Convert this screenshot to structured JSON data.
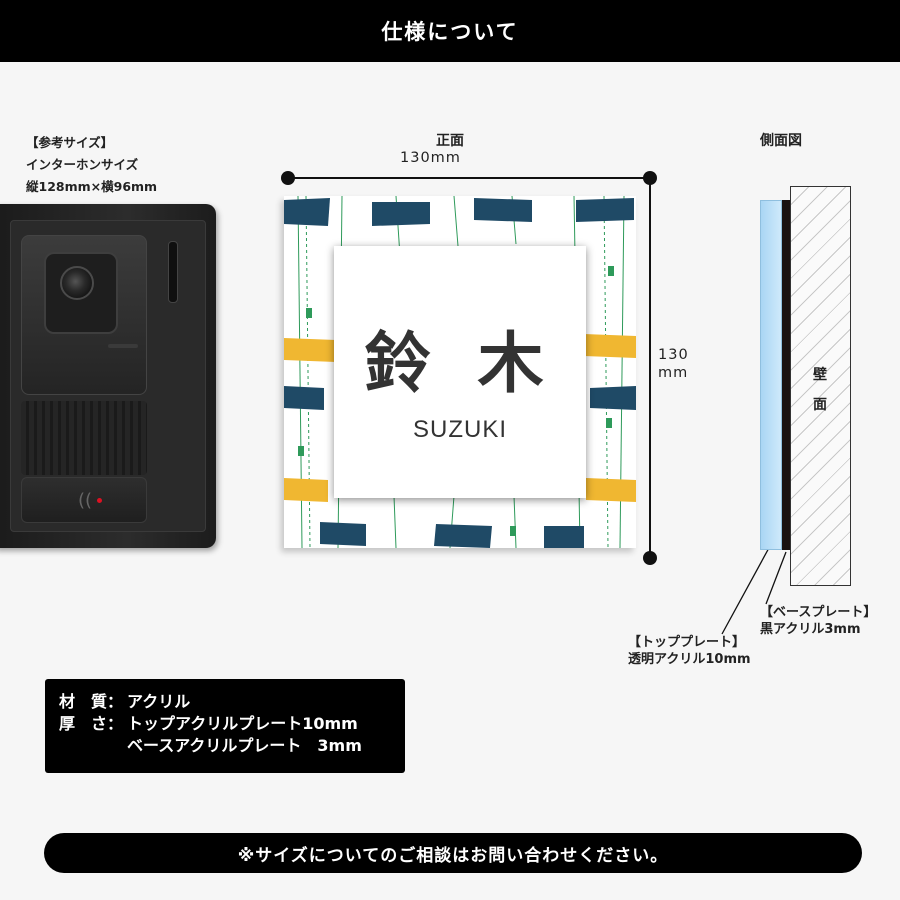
{
  "header": {
    "title": "仕様について"
  },
  "reference": {
    "heading": "【参考サイズ】",
    "item": "インターホンサイズ",
    "dimensions": "縦128mm×横96mm"
  },
  "front": {
    "title": "正面",
    "width_label": "130mm",
    "height_value": "130",
    "height_unit": "mm"
  },
  "nameplate": {
    "kanji": "鈴 木",
    "romaji": "SUZUKI"
  },
  "side": {
    "title": "側面図",
    "wall_label_1": "壁",
    "wall_label_2": "面",
    "base_plate_heading": "【ベースプレート】",
    "base_plate_spec": "黒アクリル3mm",
    "top_plate_heading": "【トッププレート】",
    "top_plate_spec": "透明アクリル10mm"
  },
  "spec": {
    "material_key": "材　質：",
    "material_value": "アクリル",
    "thickness_key": "厚　さ：",
    "thickness_value_1": "トップアクリルプレート10mm",
    "thickness_value_2": "ベースアクリルプレート　3mm"
  },
  "footer": {
    "note": "※サイズについてのご相談はお問い合わせください。"
  },
  "colors": {
    "navy": "#1f4a66",
    "mustard": "#f0b731",
    "green": "#2e9a5a",
    "acrylic_blue": "#b8def6"
  }
}
